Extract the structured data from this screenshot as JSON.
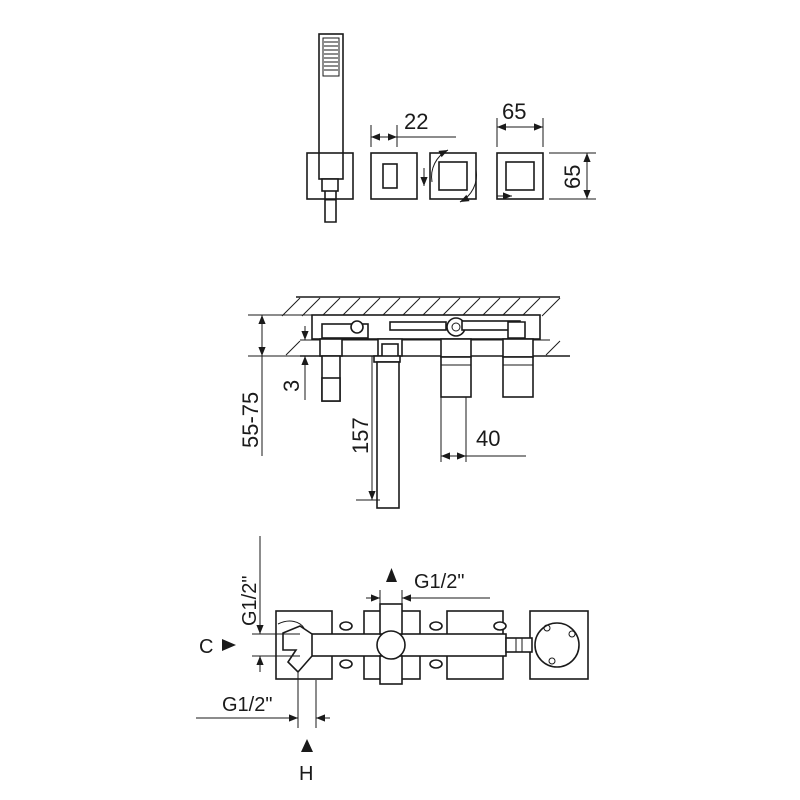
{
  "top_view": {
    "dim_width_small": "22",
    "dim_width_large": "65",
    "dim_height": "65"
  },
  "side_view": {
    "dim_install_depth": "55-75",
    "dim_gap": "3",
    "dim_spout_length": "157",
    "dim_offset": "40"
  },
  "plan_view": {
    "thread_top": "G1/2\"",
    "thread_left": "G1/2\"",
    "thread_bottom": "G1/2\"",
    "inlet_cold_label": "C",
    "inlet_hot_label": "H"
  }
}
